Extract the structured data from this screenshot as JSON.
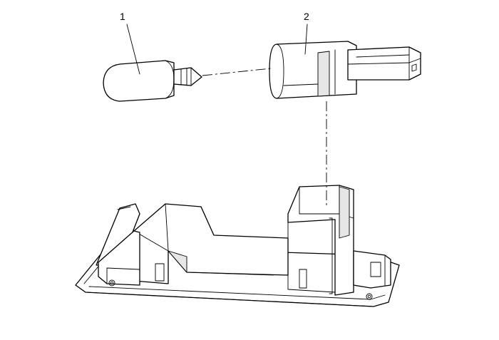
{
  "callouts": [
    {
      "id": 1,
      "label": "1"
    },
    {
      "id": 2,
      "label": "2"
    }
  ]
}
